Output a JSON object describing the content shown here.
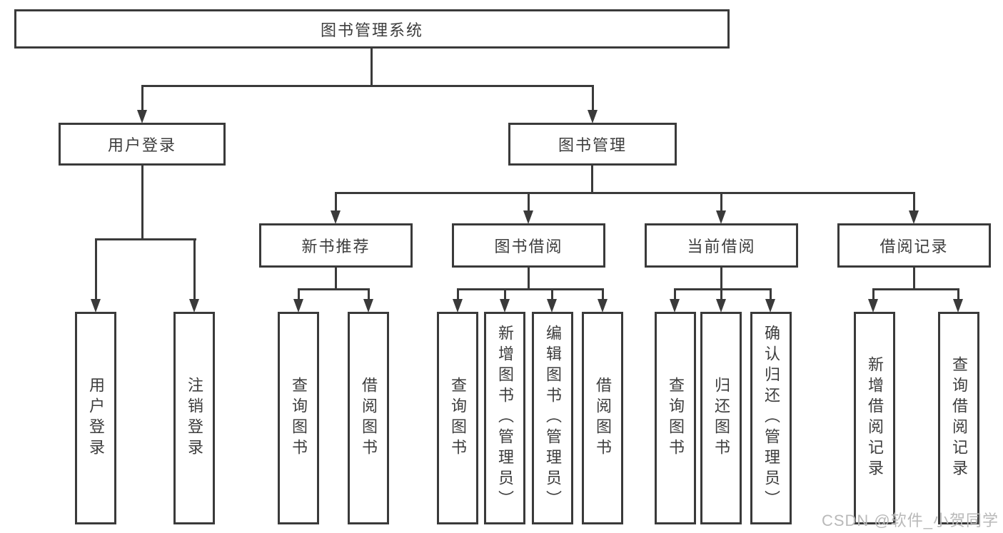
{
  "tree": {
    "label": "图书管理系统",
    "children": [
      {
        "label": "用户登录",
        "children": [
          {
            "label": "用户登录"
          },
          {
            "label": "注销登录"
          }
        ]
      },
      {
        "label": "图书管理",
        "children": [
          {
            "label": "新书推荐",
            "children": [
              {
                "label": "查询图书"
              },
              {
                "label": "借阅图书"
              }
            ]
          },
          {
            "label": "图书借阅",
            "children": [
              {
                "label": "查询图书"
              },
              {
                "label": "新增图书（管理员）"
              },
              {
                "label": "编辑图书（管理员）"
              },
              {
                "label": "借阅图书"
              }
            ]
          },
          {
            "label": "当前借阅",
            "children": [
              {
                "label": "查询图书"
              },
              {
                "label": "归还图书"
              },
              {
                "label": "确认归还（管理员）"
              }
            ]
          },
          {
            "label": "借阅记录",
            "children": [
              {
                "label": "新增借阅记录"
              },
              {
                "label": "查询借阅记录"
              }
            ]
          }
        ]
      }
    ]
  },
  "watermark": "CSDN @软件_小贺同学",
  "colors": {
    "line": "#3a3a3a",
    "text": "#3d3d3d",
    "background": "#ffffff",
    "watermark": "#b9b9b9"
  }
}
